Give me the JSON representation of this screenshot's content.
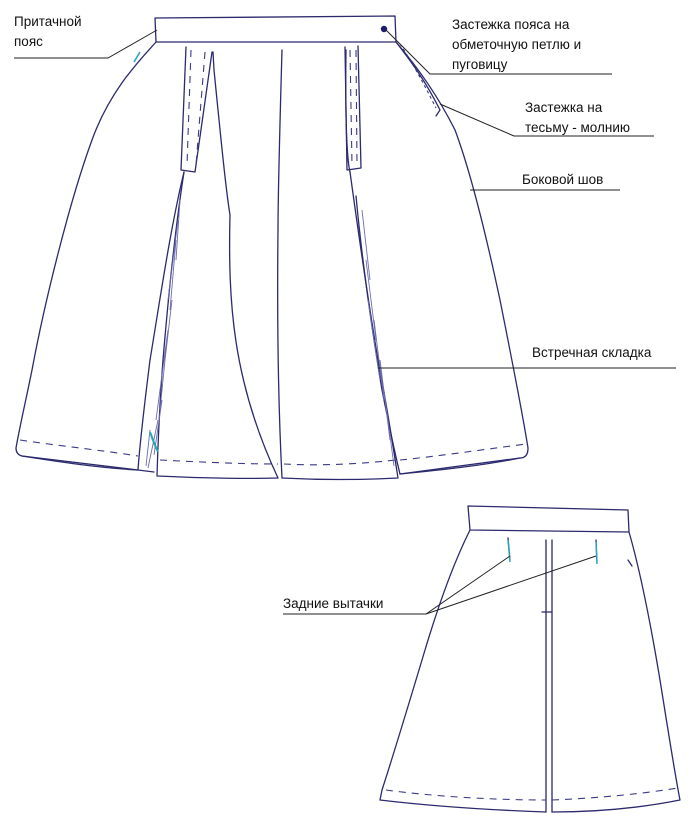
{
  "labels": {
    "belt": [
      "Притачной",
      "пояс"
    ],
    "belt_fastener": [
      "Застежка пояса на",
      "обметочную петлю и",
      "пуговицу"
    ],
    "zipper": [
      "Застежка на",
      "тесьму - молнию"
    ],
    "side_seam": "Боковой шов",
    "pleat": "Встречная складка",
    "back_darts": "Задние вытачки"
  },
  "colors": {
    "outline": "#2b2a6e",
    "dash": "#3a3a86",
    "leader": "#222222",
    "shading": "#6b6bb0",
    "accent_teal": "#27a7b8",
    "button": "#1d1d6b"
  }
}
